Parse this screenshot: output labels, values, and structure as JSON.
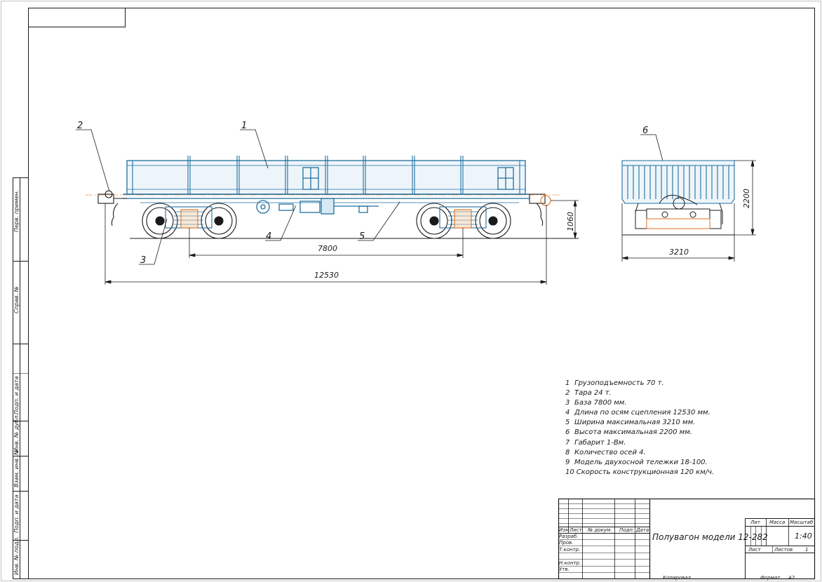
{
  "title": "Полувагон модели 12-282",
  "colors": {
    "wagon": "#1f6f9f",
    "line": "#1a1a1a",
    "axis": "#e07020"
  },
  "icons": [
    "gondola-car-side-view",
    "gondola-car-end-view",
    "coupler",
    "bogie"
  ],
  "callouts": [
    "1",
    "2",
    "3",
    "4",
    "5",
    "6"
  ],
  "dimensions": {
    "base": "7800",
    "length": "12530",
    "height_side": "1060",
    "width": "3210",
    "height_end": "2200"
  },
  "notes": [
    {
      "num": "1",
      "text": "Грузоподъемность 70 т."
    },
    {
      "num": "2",
      "text": "Тара 24 т."
    },
    {
      "num": "3",
      "text": "База 7800 мм."
    },
    {
      "num": "4",
      "text": "Длина по осям сцепления 12530 мм."
    },
    {
      "num": "5",
      "text": "Ширина максимальная 3210 мм."
    },
    {
      "num": "6",
      "text": "Высота максимальная 2200 мм."
    },
    {
      "num": "7",
      "text": "Габарит 1-Вм."
    },
    {
      "num": "8",
      "text": "Количество осей 4."
    },
    {
      "num": "9",
      "text": "Модель двухосной тележки 18-100."
    },
    {
      "num": "10",
      "text": "Скорость конструкционная 120 км/ч."
    }
  ],
  "side_stamp": [
    "Перв. примен.",
    "Справ. №",
    "Подп. и дата",
    "Инв. № дубл.",
    "Взам. инв. №",
    "Подп. и дата",
    "Инв. № подл."
  ],
  "title_block": {
    "col_headers": [
      "Изм",
      "Лист",
      "№ докум.",
      "Подп.",
      "Дата"
    ],
    "rows": [
      "Разраб.",
      "Пров.",
      "Т.контр.",
      "",
      "Н.контр.",
      "Утв."
    ],
    "lit": "Лит",
    "massa": "Масса",
    "masshtab": "Масштаб",
    "scale": "1:40",
    "sheet": "Лист",
    "sheets": "Листов",
    "sheets_count": "1",
    "copied": "Копировал",
    "format_label": "Формат",
    "format": "А2"
  }
}
